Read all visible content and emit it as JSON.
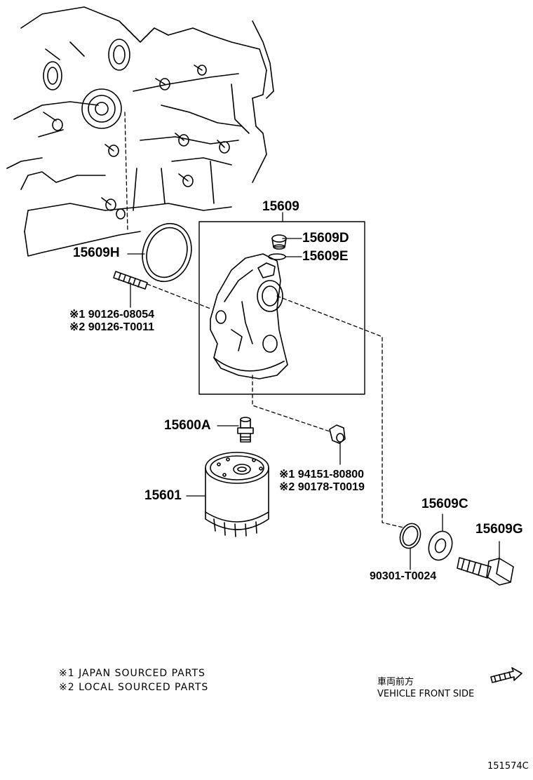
{
  "diagram": {
    "parts": {
      "bracket_assembly": "15609",
      "plug": "15609D",
      "plug_gasket": "15609E",
      "o_ring": "15609H",
      "stud_note1": "※1 90126-08054",
      "stud_note2": "※2 90126-T0011",
      "union": "15600A",
      "oil_filter": "15601",
      "nut_note1": "※1 94151-80800",
      "nut_note2": "※2 90178-T0019",
      "washer_c": "15609C",
      "bolt_g": "15609G",
      "gasket": "90301-T0024"
    },
    "legend": {
      "note1": "※1 JAPAN SOURCED PARTS",
      "note2": "※2 LOCAL SOURCED PARTS"
    },
    "direction": {
      "japanese": "車両前方",
      "english": "VEHICLE FRONT SIDE"
    },
    "figure_code": "151574C"
  }
}
